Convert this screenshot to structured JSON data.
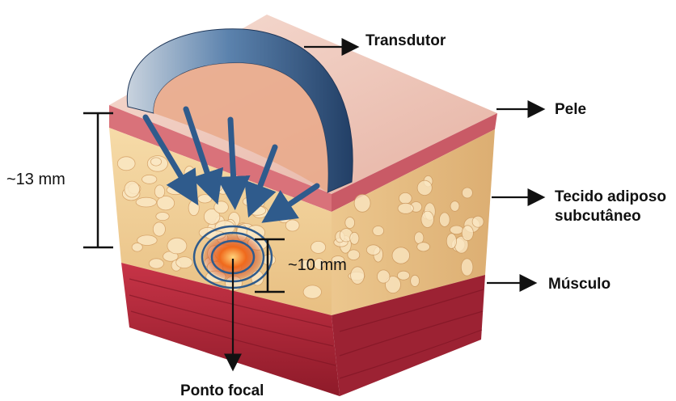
{
  "labels": {
    "transducer": "Transdutor",
    "skin": "Pele",
    "fat_line1": "Tecido adiposo",
    "fat_line2": "subcutâneo",
    "muscle": "Músculo",
    "focal_point": "Ponto focal",
    "depth_total": "~13 mm",
    "depth_focus": "~10 mm"
  },
  "colors": {
    "skin_top": "#efc8bc",
    "dermis": "#d9727a",
    "fat": "#f2d29a",
    "fat_lobule": "#fbe8c4",
    "muscle": "#b8283a",
    "transducer": "#3f6a9b",
    "beam": "#2f5b8c",
    "focal": "#e8481d",
    "line": "#111111"
  }
}
